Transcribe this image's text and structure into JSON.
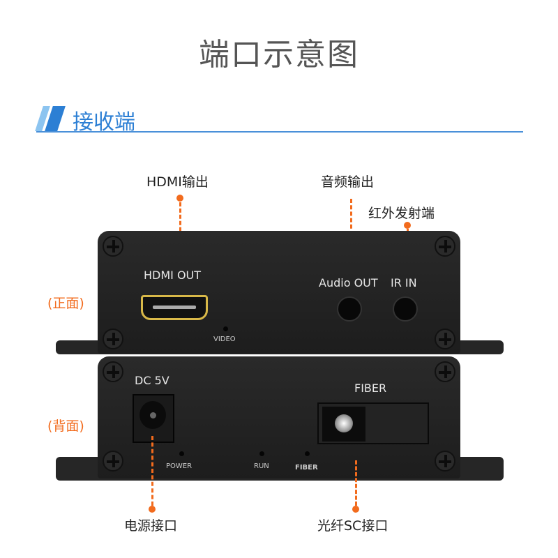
{
  "title": "端口示意图",
  "section": {
    "title": "接收端",
    "accent": "#2c7fd4"
  },
  "callouts": {
    "hdmi": "HDMI输出",
    "audio": "音频输出",
    "ir": "红外发射端",
    "power": "电源接口",
    "fiber": "光纤SC接口"
  },
  "sides": {
    "front": "(正面)",
    "back": "(背面)"
  },
  "front_panel": {
    "hdmi_out": "HDMI OUT",
    "audio_out": "Audio OUT",
    "ir_in": "IR IN",
    "video": "VIDEO"
  },
  "back_panel": {
    "dc": "DC 5V",
    "fiber": "FIBER",
    "power_led": "POWER",
    "run_led": "RUN",
    "fiber_led": "FIBER"
  },
  "colors": {
    "callout": "#f26b1d",
    "device": "#1e1e1e"
  }
}
